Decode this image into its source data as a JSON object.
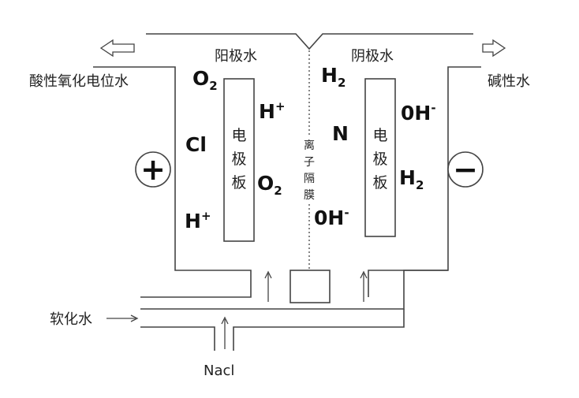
{
  "labels": {
    "anode_water": "阳极水",
    "cathode_water": "阴极水",
    "acid_water": "酸性氧化电位水",
    "alkaline_water": "碱性水",
    "soft_water": "软化水",
    "nacl": "Nacl",
    "plate_chars_left": [
      "电",
      "极",
      "板"
    ],
    "plate_chars_right": [
      "电",
      "极",
      "板"
    ],
    "membrane_chars": [
      "离",
      "子",
      "隔",
      "膜"
    ]
  },
  "electrodes": {
    "positive_symbol": "+",
    "negative_symbol": "−"
  },
  "species": {
    "left_o2_top": {
      "base": "O",
      "sub": "2",
      "sup": ""
    },
    "left_hplus_mid": {
      "base": "H",
      "sub": "",
      "sup": "+"
    },
    "left_cl": {
      "base": "Cl",
      "sub": "",
      "sup": ""
    },
    "left_o2_low": {
      "base": "O",
      "sub": "2",
      "sup": ""
    },
    "left_hplus_low": {
      "base": "H",
      "sub": "",
      "sup": "+"
    },
    "right_h2_top": {
      "base": "H",
      "sub": "2",
      "sup": ""
    },
    "right_n": {
      "base": "N",
      "sub": "",
      "sup": ""
    },
    "right_oh_mid": {
      "base": "0H",
      "sub": "",
      "sup": "-"
    },
    "right_h2_low": {
      "base": "H",
      "sub": "2",
      "sup": ""
    },
    "right_oh_low": {
      "base": "0H",
      "sub": "",
      "sup": "-"
    }
  }
}
